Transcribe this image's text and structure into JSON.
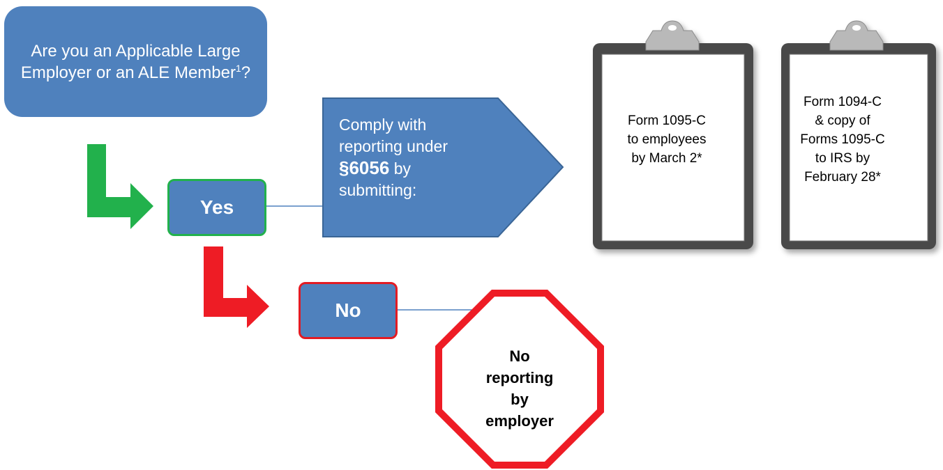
{
  "question": {
    "text_before": "Are you an Applicable Large Employer or an ALE Member",
    "superscript": "1",
    "text_after": "?"
  },
  "yes_label": "Yes",
  "no_label": "No",
  "comply": {
    "line1": "Comply with",
    "line2": "reporting under",
    "section": "§6056",
    "by": " by",
    "line4": "submitting:"
  },
  "clipboard1": {
    "lines": [
      "Form 1095-C",
      "to employees",
      "by March 2*"
    ]
  },
  "clipboard2": {
    "lines": [
      "Form 1094-C",
      "& copy of",
      "Forms 1095-C",
      "to IRS by",
      "February 28*"
    ]
  },
  "stop": {
    "lines": [
      "No",
      "reporting",
      "by",
      "employer"
    ]
  },
  "colors": {
    "box_blue": "#4f81bd",
    "yes_green": "#22b14c",
    "no_red": "#e31b23",
    "stop_red": "#ee1c25",
    "connector": "#4f81bd"
  }
}
